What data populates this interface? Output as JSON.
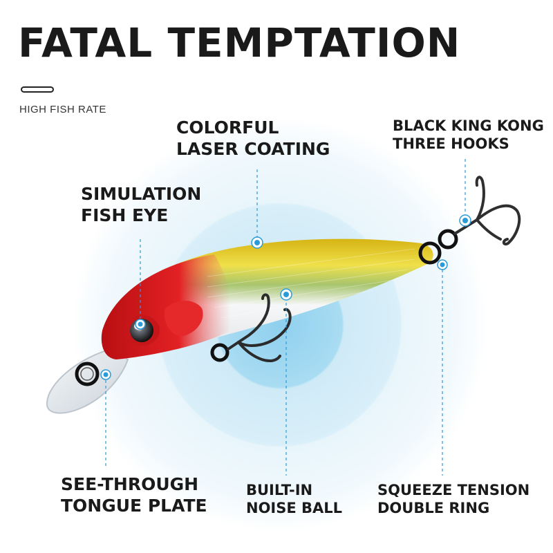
{
  "header": {
    "title": "FATAL TEMPTATION",
    "subtitle": "HIGH FISH RATE"
  },
  "callouts": {
    "coating": [
      "COLORFUL",
      "LASER COATING"
    ],
    "hooks": [
      "BLACK KING KONG",
      "THREE HOOKS"
    ],
    "eye": [
      "SIMULATION",
      "FISH EYE"
    ],
    "tongue": [
      "SEE-THROUGH",
      "TONGUE PLATE"
    ],
    "noise": [
      "BUILT-IN",
      "NOISE BALL"
    ],
    "ring": [
      "SQUEEZE TENSION",
      "DOUBLE RING"
    ]
  },
  "colors": {
    "text": "#1a1a1a",
    "callout_dot": "#2a9ad8",
    "glow": "#bfe6f7",
    "lure_head": "#d21a1a",
    "lure_back": "#e3c21e",
    "lure_belly": "#f3f4f6"
  }
}
